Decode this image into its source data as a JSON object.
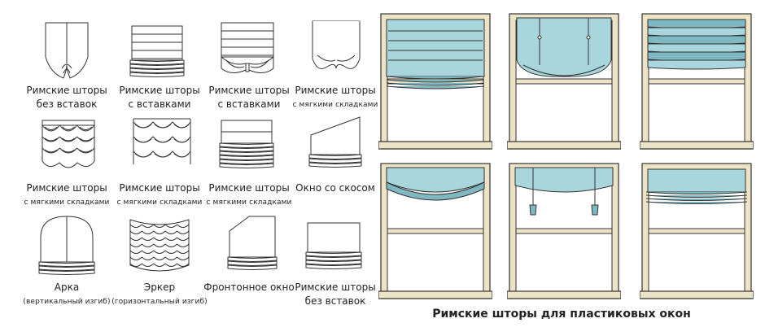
{
  "colors": {
    "line": "#333333",
    "fabric": "#a9d6dc",
    "fabric_dark": "#7fb8c1",
    "frame": "#ede3c6"
  },
  "sketches": [
    {
      "id": "plain-roman-1",
      "line1": "Римские шторы",
      "line2": "без вставок",
      "small": false,
      "icon": "austrian-tied-shade-icon"
    },
    {
      "id": "inserts-1",
      "line1": "Римские шторы",
      "line2": "с вставками",
      "small": false,
      "icon": "flat-roman-folds-icon"
    },
    {
      "id": "inserts-2",
      "line1": "Римские шторы",
      "line2": "с вставками",
      "small": false,
      "icon": "roman-tieup-bow-icon"
    },
    {
      "id": "soft-folds-1",
      "line1": "Римские шторы",
      "line2": "с мягкими складками",
      "small": true,
      "icon": "valance-swag-icon"
    },
    {
      "id": "soft-folds-2",
      "line1": "Римские шторы",
      "line2": "с мягкими складками",
      "small": true,
      "icon": "scalloped-swag-icon"
    },
    {
      "id": "soft-folds-3",
      "line1": "Римские шторы",
      "line2": "с мягкими складками",
      "small": true,
      "icon": "layered-swag-icon"
    },
    {
      "id": "soft-folds-4",
      "line1": "Римские шторы",
      "line2": "с мягкими складками",
      "small": true,
      "icon": "stacked-roman-icon"
    },
    {
      "id": "slanted-window",
      "line1": "Окно со скосом",
      "line2": "",
      "small": false,
      "icon": "slanted-shade-icon"
    },
    {
      "id": "arch",
      "line1": "Арка",
      "line2": "(вертикальный изгиб)",
      "small": true,
      "icon": "arch-shade-icon"
    },
    {
      "id": "bay",
      "line1": "Эркер",
      "line2": "(горизонтальный изгиб)",
      "small": true,
      "icon": "bay-swag-icon"
    },
    {
      "id": "gable",
      "line1": "Фронтонное окно",
      "line2": "",
      "small": false,
      "icon": "gable-shade-icon"
    },
    {
      "id": "plain-roman-2",
      "line1": "Римские шторы",
      "line2": "без вставок",
      "small": false,
      "icon": "plain-roman-icon"
    }
  ],
  "windows": [
    {
      "id": "window-flat-roman",
      "icon": "flat-roman-window-icon"
    },
    {
      "id": "window-tied-balloon",
      "icon": "tied-balloon-window-icon"
    },
    {
      "id": "window-stacked-folds",
      "icon": "stacked-folds-window-icon"
    },
    {
      "id": "window-relaxed-roman",
      "icon": "relaxed-roman-window-icon"
    },
    {
      "id": "window-tie-up",
      "icon": "tie-up-window-icon"
    },
    {
      "id": "window-classic-roman",
      "icon": "classic-roman-window-icon"
    }
  ],
  "caption": "Римские шторы для пластиковых окон"
}
